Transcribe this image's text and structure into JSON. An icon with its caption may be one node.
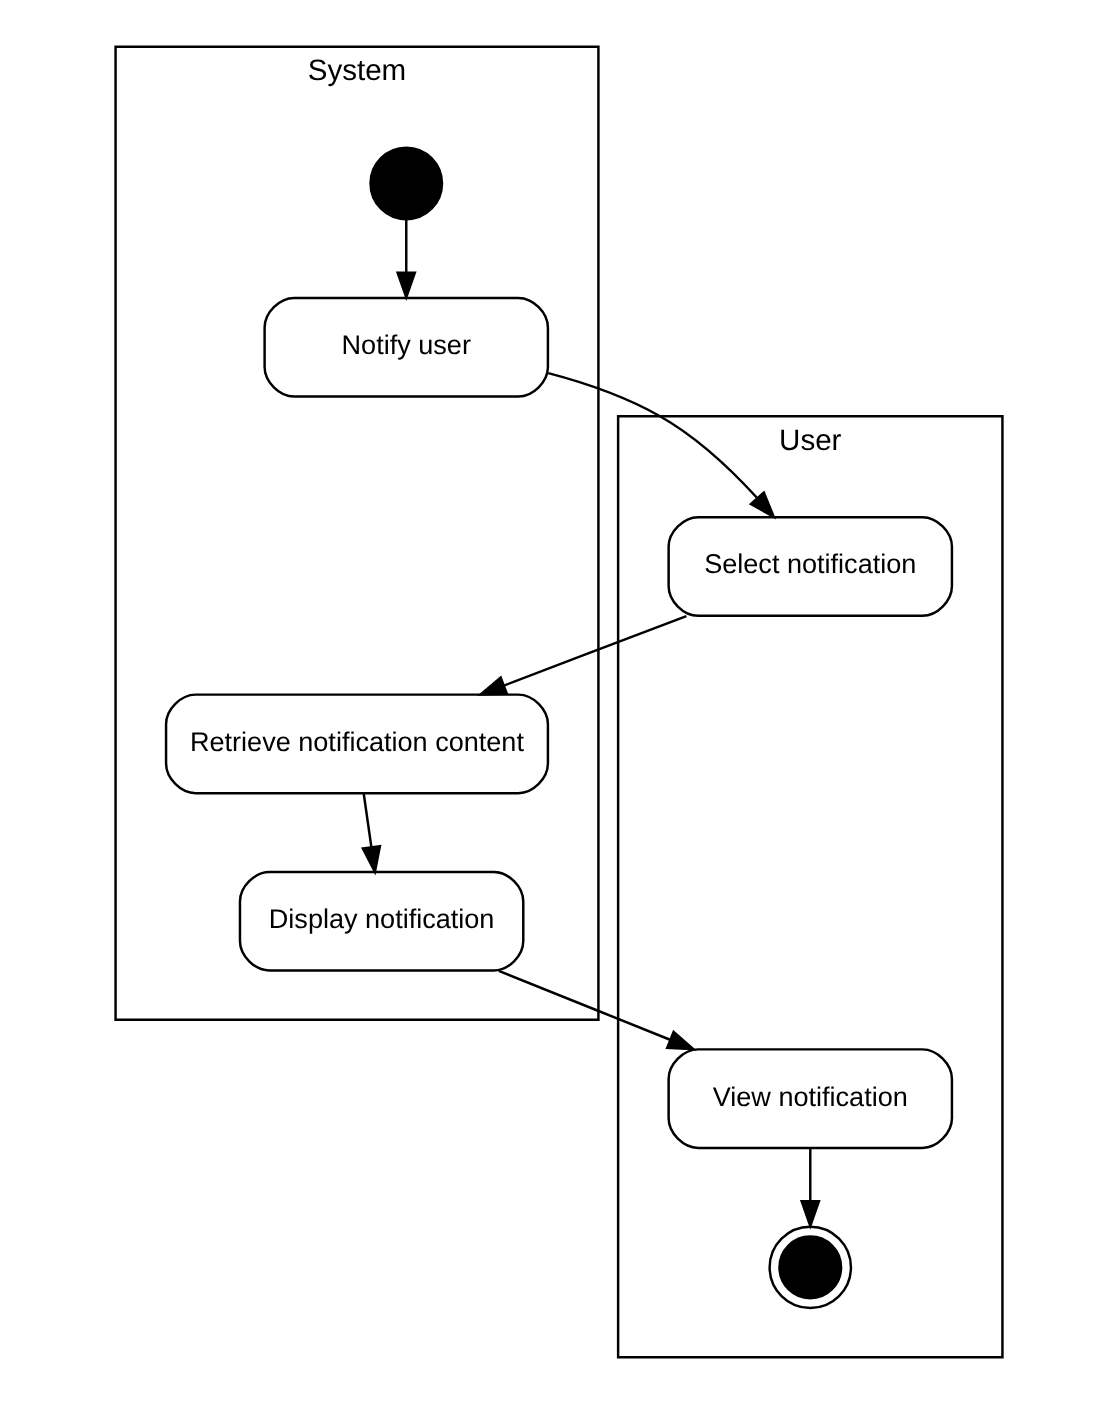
{
  "diagram": {
    "nodes": [
      {
        "text": [
          "User"
        ]
      },
      {
        "text": [
          "System"
        ]
      },
      {
        "text": [],
        "shape": "circle",
        "in": 1
      },
      {
        "text": [
          "Notify user"
        ],
        "in": 1
      },
      {
        "text": [
          "Select notification"
        ],
        "in": 0
      },
      {
        "text": [
          "Retrieve notification content"
        ],
        "in": 1
      },
      {
        "text": [
          "Display notification"
        ],
        "in": 1
      },
      {
        "text": [
          "View notification"
        ],
        "in": 0
      },
      {
        "text": [],
        "shape": "circle",
        "in": 0
      }
    ],
    "edges": [
      {
        "from": 2,
        "to": 3,
        "arrow": "to"
      },
      {
        "from": 3,
        "to": 4,
        "arrow": "to"
      },
      {
        "from": 4,
        "to": 5,
        "arrow": "to"
      },
      {
        "from": 5,
        "to": 6,
        "arrow": "to"
      },
      {
        "from": 6,
        "to": 7,
        "arrow": "to"
      },
      {
        "from": 7,
        "to": 8,
        "arrow": "to"
      }
    ]
  }
}
